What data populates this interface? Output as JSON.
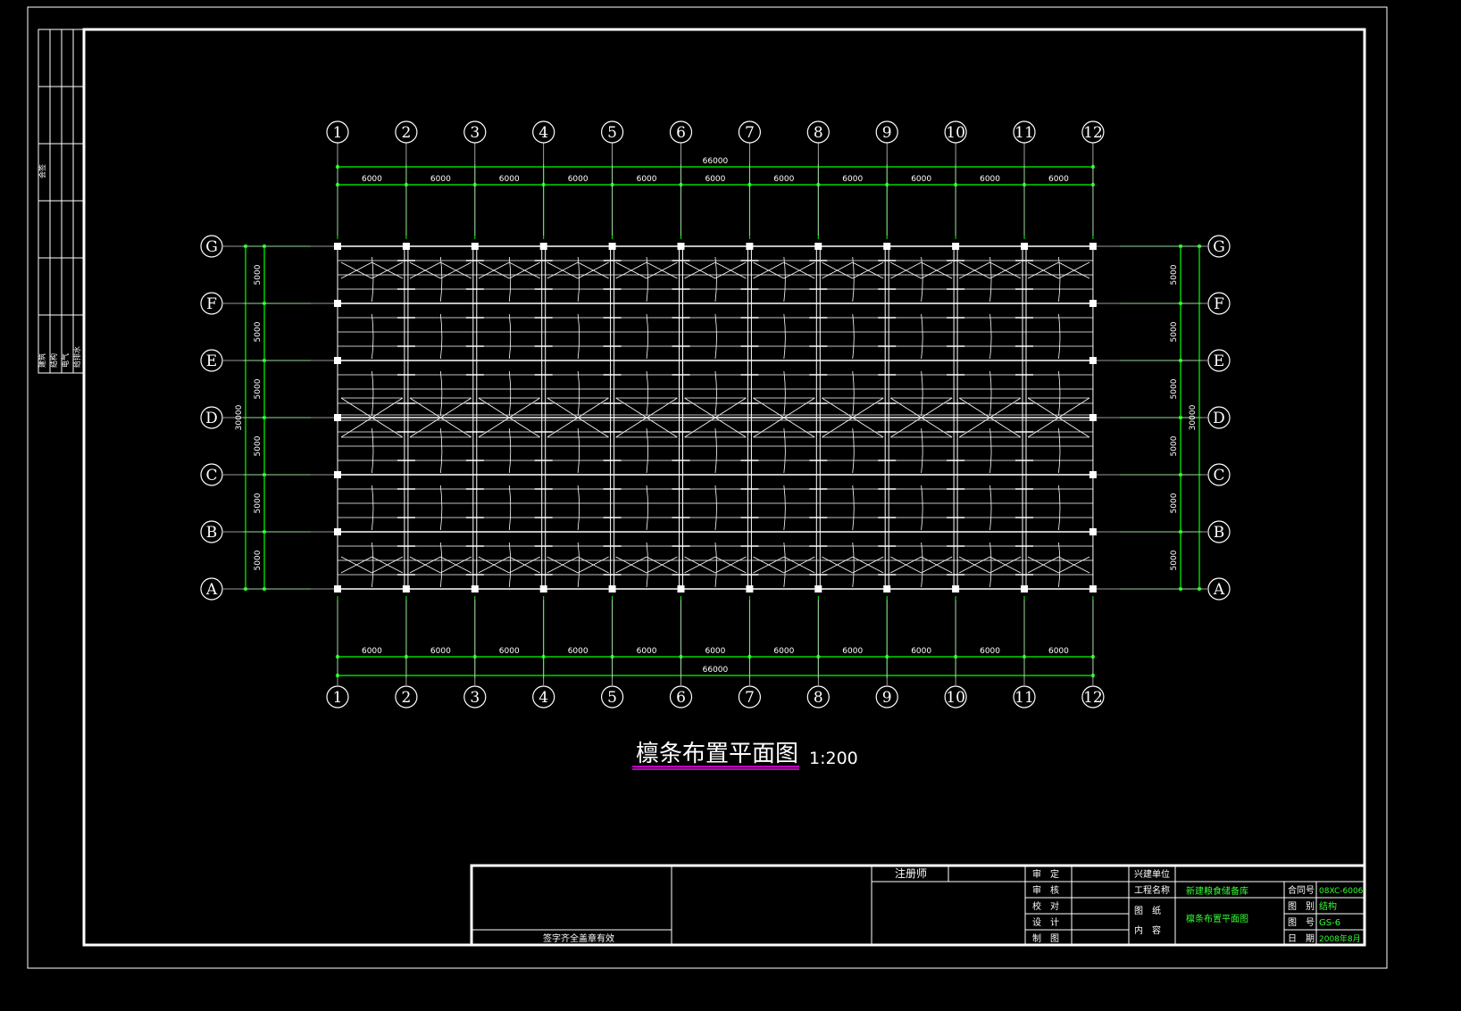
{
  "drawing": {
    "title": "檩条布置平面图",
    "scale": "1:200",
    "colors": {
      "background": "#000000",
      "frame": "#ffffff",
      "dimension": "#00ff00",
      "underline": "#ff00ff",
      "title_block_value": "#33ff33"
    },
    "grid_columns": [
      "1",
      "2",
      "3",
      "4",
      "5",
      "6",
      "7",
      "8",
      "9",
      "10",
      "11",
      "12"
    ],
    "grid_rows": [
      "G",
      "F",
      "E",
      "D",
      "C",
      "B",
      "A"
    ],
    "bay_dims_horizontal": [
      "6000",
      "6000",
      "6000",
      "6000",
      "6000",
      "6000",
      "6000",
      "6000",
      "6000",
      "6000",
      "6000"
    ],
    "total_horizontal": "66000",
    "bay_dims_vertical": [
      "5000",
      "5000",
      "5000",
      "5000",
      "5000",
      "5000"
    ],
    "total_vertical": "30000"
  },
  "title_block": {
    "stamp_note": "签字齐全盖章有效",
    "registered_engineer": "注册师",
    "roles": [
      "审　定",
      "审　核",
      "校　对",
      "设　计",
      "制　图"
    ],
    "owner_label": "兴建单位",
    "project_label": "工程名称",
    "project_value": "新建粮食储备库",
    "drawing_content_label_1": "图　纸",
    "drawing_content_label_2": "内　容",
    "drawing_content_value": "檩条布置平面图",
    "contract_no_label": "合同号",
    "contract_no_value": "08XC-6006",
    "category_label": "图　别",
    "category_value": "结构",
    "sheet_no_label": "图　号",
    "sheet_no_value": "GS-6",
    "date_label": "日　期",
    "date_value": "2008年8月"
  },
  "side_strip": {
    "label_top": "会签",
    "labels_bottom": [
      "建筑",
      "结构",
      "电气",
      "给排水"
    ]
  }
}
